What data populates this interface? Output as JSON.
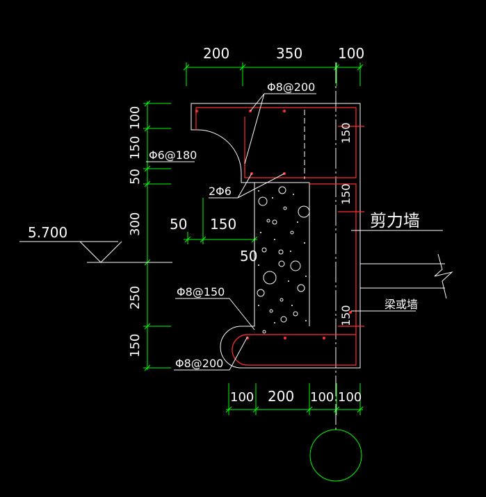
{
  "colors": {
    "background": "#000000",
    "dimension": "#00ff00",
    "reinforcement": "#ff0000",
    "concrete": "#ffffff",
    "text": "#ffffff",
    "centerline": "#ffffff",
    "axis_circle": "#00ff00",
    "grid": "#888888"
  },
  "dims_top": [
    "200",
    "350",
    "100"
  ],
  "dims_bottom": [
    "100",
    "200",
    "100",
    "100"
  ],
  "dims_left": [
    "100",
    "150",
    "50",
    "300",
    "250",
    "150"
  ],
  "dims_inner": {
    "left_50": "50",
    "width_150": "150",
    "height_50": "50"
  },
  "dims_right": [
    "150",
    "150",
    "150"
  ],
  "elevation": "5.700",
  "labels": {
    "rebar_top": "Φ8@200",
    "rebar_left": "Φ6@180",
    "rebar_2phi6": "2Φ6",
    "rebar_150": "Φ8@150",
    "rebar_bottom": "Φ8@200",
    "shear_wall": "剪力墙",
    "beam_or_wall": "梁或墙"
  }
}
